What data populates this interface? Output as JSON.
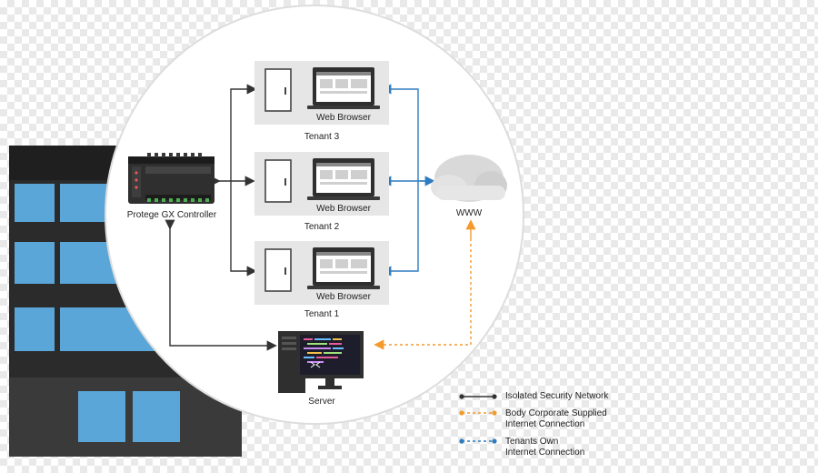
{
  "diagram": {
    "controller_label": "Protege GX Controller",
    "tenants": [
      {
        "browser_label": "Web Browser",
        "tenant_label": "Tenant 3"
      },
      {
        "browser_label": "Web Browser",
        "tenant_label": "Tenant 2"
      },
      {
        "browser_label": "Web Browser",
        "tenant_label": "Tenant 1"
      }
    ],
    "cloud_label": "WWW",
    "server_label": "Server"
  },
  "legend": {
    "items": [
      {
        "label_line1": "Isolated Security Network",
        "label_line2": "",
        "color": "#333333",
        "style": "solid"
      },
      {
        "label_line1": "Body Corporate Supplied",
        "label_line2": "Internet Connection",
        "color": "#f39a2d",
        "style": "dashed"
      },
      {
        "label_line1": "Tenants Own",
        "label_line2": "Internet Connection",
        "color": "#2e7cc0",
        "style": "dashed"
      }
    ]
  },
  "colors": {
    "security_line": "#333333",
    "body_corporate_line": "#f39a2d",
    "tenant_line": "#2e7cc0",
    "building_dark": "#2b2b2b",
    "building_glass": "#5aa6d8"
  }
}
